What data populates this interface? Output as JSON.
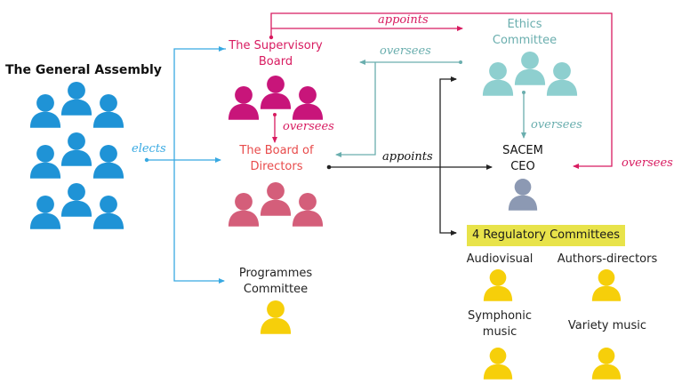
{
  "colors": {
    "assembly": "#1f93d6",
    "supervisory": "#c8157a",
    "board": "#d45e7a",
    "ethics": "#8ecfcf",
    "ceo": "#8c99b3",
    "committee": "#f6cf0a",
    "reg_box": "#e8e34a",
    "elects_line": "#38a9e2",
    "appoints_pink": "#d81b60",
    "oversees_teal": "#6aaeae",
    "black_line": "#222222"
  },
  "nodes": {
    "general_assembly": {
      "title": "The General Assembly",
      "person_count": 9
    },
    "supervisory_board": {
      "title_line1": "The Supervisory",
      "title_line2": "Board",
      "person_count": 3
    },
    "board_of_directors": {
      "title_line1": "The Board of",
      "title_line2": "Directors",
      "person_count": 3
    },
    "programmes_committee": {
      "title_line1": "Programmes",
      "title_line2": "Committee",
      "person_count": 1
    },
    "ethics_committee": {
      "title_line1": "Ethics",
      "title_line2": "Committee",
      "person_count": 3
    },
    "ceo": {
      "title_line1": "SACEM",
      "title_line2": "CEO",
      "person_count": 1
    },
    "regulatory": {
      "title": "4 Regulatory Committees",
      "committees": [
        {
          "name_line1": "Audiovisual",
          "name_line2": ""
        },
        {
          "name_line1": "Authors-directors",
          "name_line2": ""
        },
        {
          "name_line1": "Symphonic",
          "name_line2": "music"
        },
        {
          "name_line1": "Variety music",
          "name_line2": ""
        }
      ]
    }
  },
  "edges": {
    "elects": "elects",
    "sb_appoints_ethics": "appoints",
    "sb_oversees_bod": "oversees",
    "ethics_oversees_bod": "oversees",
    "bod_appoints": "appoints",
    "ethics_oversees_ceo": "oversees",
    "sb_oversees_ceo": "oversees"
  }
}
